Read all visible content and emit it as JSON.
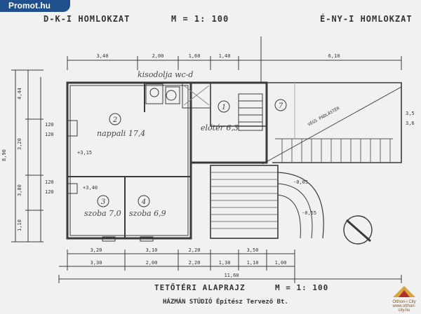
{
  "badge": {
    "text": "Promot.hu"
  },
  "headers": {
    "left_elevation": "D-K-I HOMLOKZAT",
    "left_scale": "M = 1: 100",
    "right_elevation": "É-NY-I HOMLOKZAT"
  },
  "footer": {
    "plan_title": "TETŐTÉRI ALAPRAJZ",
    "plan_scale": "M = 1: 100",
    "studio": "HÁZMÁN STÚDIÓ Építész Tervező Bt."
  },
  "logo": {
    "name": "Otthon-i City",
    "url": "www.otthon-city.hu"
  },
  "rooms": [
    {
      "num": "1",
      "label": "előtér 6,3"
    },
    {
      "num": "2",
      "label": "nappali 17,4"
    },
    {
      "num": "3",
      "label": "szoba 7,0"
    },
    {
      "num": "4",
      "label": "szoba 6,9"
    },
    {
      "num": "7",
      "label": ""
    }
  ],
  "annotations": {
    "kitchen": "kisodolja wc-d",
    "roof": "VÉGS PADLÁSTÉR",
    "levels": [
      "+3,15",
      "+3,40",
      "-0,05",
      "-0,55"
    ]
  },
  "dimensions": {
    "top": [
      "3,40",
      "2,00",
      "1,60",
      "1,40",
      "6,10"
    ],
    "bottom_row1": [
      "3,20",
      "3,10",
      "2,20",
      "3,50"
    ],
    "bottom_row2": [
      "3,30",
      "2,00",
      "2,20",
      "1,30",
      "1,10",
      "1,00"
    ],
    "bottom_total": "11,60",
    "left_outer": [
      "4,44",
      "3,20",
      "3,80",
      "1,10"
    ],
    "left_total": "8,90",
    "left_inner": [
      "120",
      "120",
      "120",
      "120"
    ],
    "right": [
      "3,5",
      "3,6"
    ]
  },
  "colors": {
    "ink": "#3a3a3a",
    "paper": "#f1f1ef",
    "badge": "#1f4f8c"
  }
}
